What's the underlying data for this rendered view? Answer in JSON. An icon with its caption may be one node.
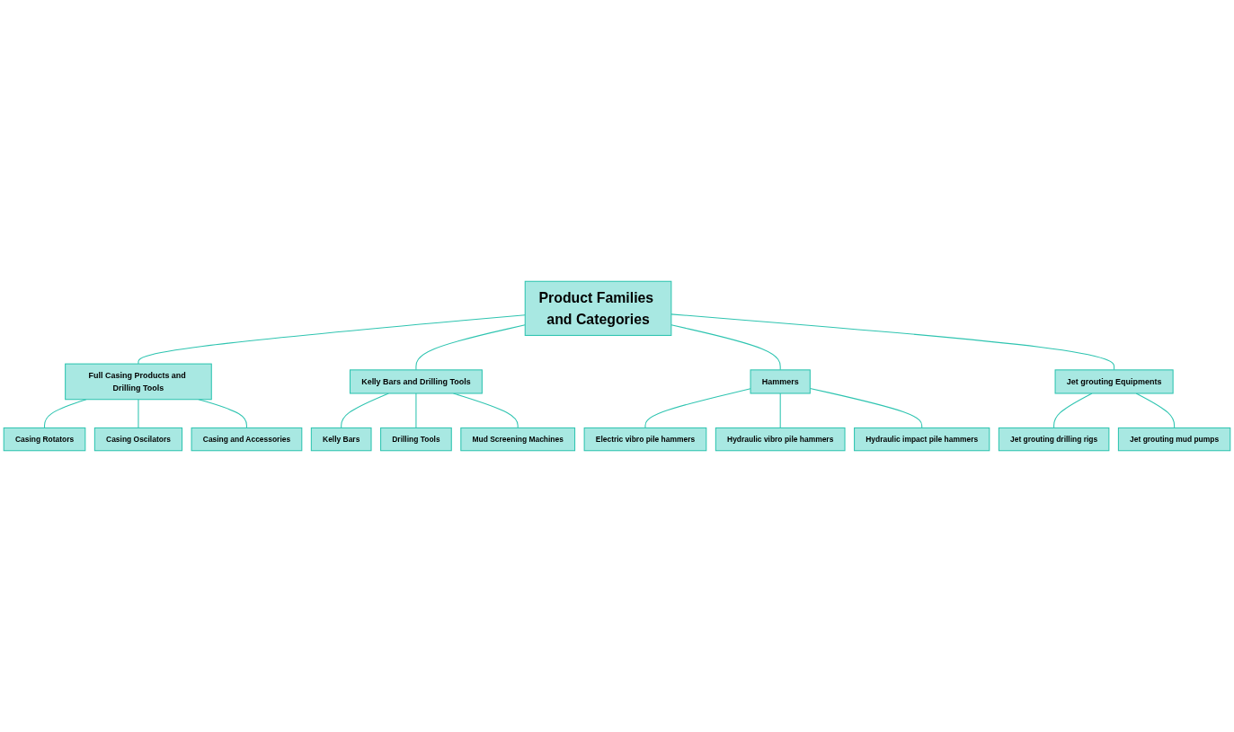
{
  "diagram": {
    "nodes": [
      {
        "text": [
          "Product Families and Categories"
        ]
      },
      {
        "text": [
          "Full Casing Products and Drilling Tools"
        ]
      },
      {
        "text": [
          "Kelly Bars and Drilling Tools"
        ]
      },
      {
        "text": [
          "Hammers"
        ]
      },
      {
        "text": [
          "Jet grouting Equipments"
        ]
      },
      {
        "text": [
          "Casing Rotators"
        ]
      },
      {
        "text": [
          "Casing Oscilators"
        ]
      },
      {
        "text": [
          "Casing and Accessories"
        ]
      },
      {
        "text": [
          "Kelly Bars"
        ]
      },
      {
        "text": [
          "Drilling Tools"
        ]
      },
      {
        "text": [
          "Mud Screening Machines"
        ]
      },
      {
        "text": [
          "Electric vibro pile hammers"
        ]
      },
      {
        "text": [
          "Hydraulic vibro pile hammers"
        ]
      },
      {
        "text": [
          "Hydraulic impact pile hammers"
        ]
      },
      {
        "text": [
          "Jet grouting drilling rigs"
        ]
      },
      {
        "text": [
          "Jet grouting mud pumps"
        ]
      }
    ],
    "edges": [
      {
        "from": 0,
        "to": 1,
        "arrow": "none"
      },
      {
        "from": 0,
        "to": 2,
        "arrow": "none"
      },
      {
        "from": 0,
        "to": 3,
        "arrow": "none"
      },
      {
        "from": 0,
        "to": 4,
        "arrow": "none"
      },
      {
        "from": 1,
        "to": 5,
        "arrow": "none"
      },
      {
        "from": 1,
        "to": 6,
        "arrow": "none"
      },
      {
        "from": 1,
        "to": 7,
        "arrow": "none"
      },
      {
        "from": 2,
        "to": 8,
        "arrow": "none"
      },
      {
        "from": 2,
        "to": 9,
        "arrow": "none"
      },
      {
        "from": 2,
        "to": 10,
        "arrow": "none"
      },
      {
        "from": 3,
        "to": 11,
        "arrow": "none"
      },
      {
        "from": 3,
        "to": 12,
        "arrow": "none"
      },
      {
        "from": 3,
        "to": 13,
        "arrow": "none"
      },
      {
        "from": 4,
        "to": 14,
        "arrow": "none"
      },
      {
        "from": 4,
        "to": 15,
        "arrow": "none"
      }
    ]
  }
}
